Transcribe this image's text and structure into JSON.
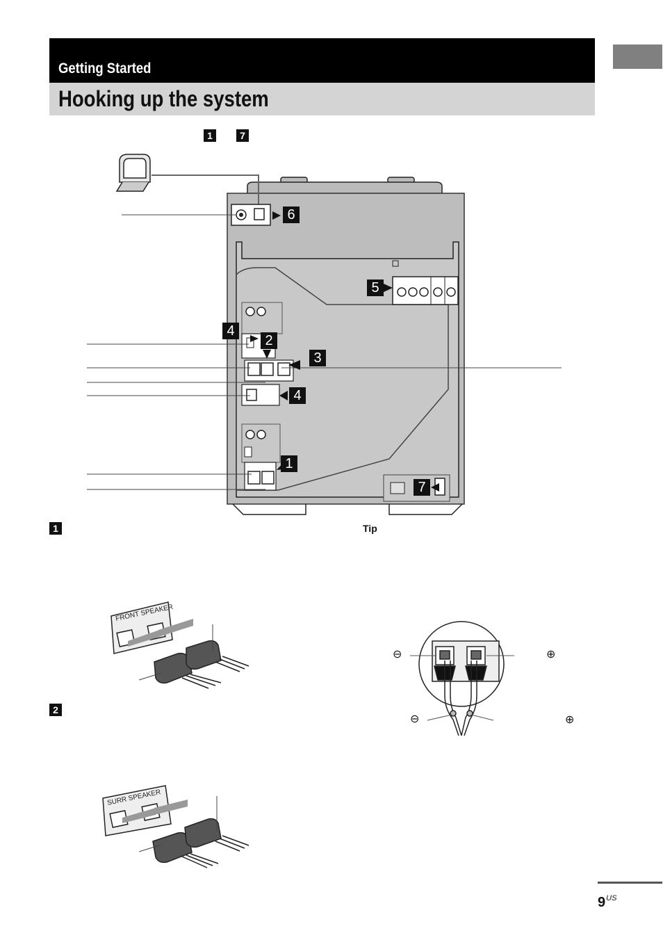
{
  "header": {
    "section": "Getting Started",
    "title": "Hooking up the system"
  },
  "step_range": {
    "from": "1",
    "to": "7"
  },
  "diagram_callouts": [
    "6",
    "5",
    "4",
    "2",
    "3",
    "4",
    "1",
    "7"
  ],
  "sections": [
    {
      "key": "1",
      "diagram_label": "FRONT SPEAKER"
    },
    {
      "key": "2",
      "diagram_label": "SURR SPEAKER"
    }
  ],
  "tip": {
    "heading": "Tip"
  },
  "terminal_symbols": {
    "minus": "⊖",
    "plus": "⊕"
  },
  "footer": {
    "page": "9",
    "suffix": "US"
  }
}
